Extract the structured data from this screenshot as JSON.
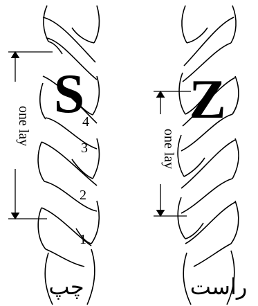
{
  "ropes": [
    {
      "id": "s-twist",
      "letter": "S",
      "caption": "چپ",
      "lay_label": "one lay",
      "strand_numbers": [
        "1",
        "2",
        "3",
        "4"
      ]
    },
    {
      "id": "z-twist",
      "letter": "Z",
      "caption": "راست",
      "lay_label": "one lay"
    }
  ],
  "colors": {
    "stroke": "#000000",
    "background": "#ffffff"
  }
}
